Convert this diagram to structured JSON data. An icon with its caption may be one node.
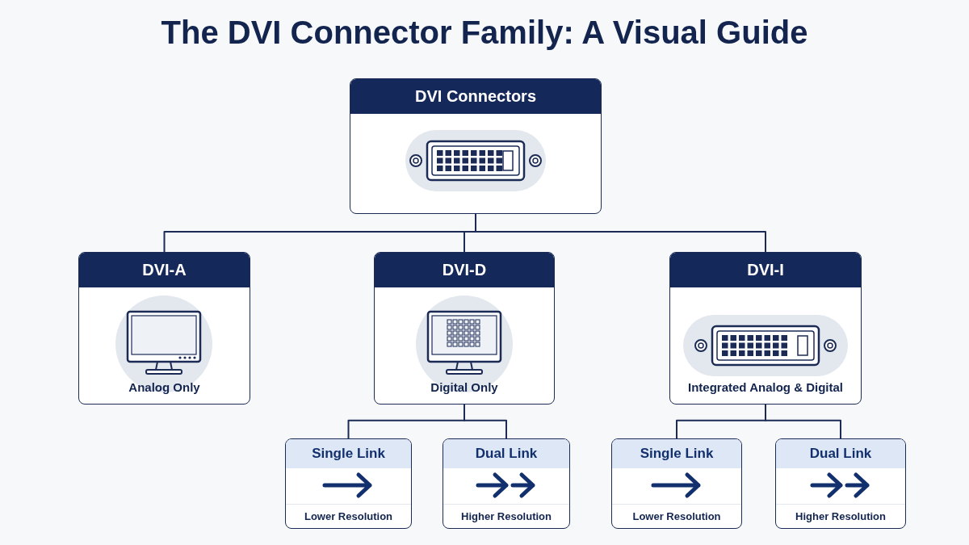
{
  "diagram": {
    "title": "The DVI Connector Family: A Visual Guide",
    "nodes": [
      {
        "text": [
          "DVI Connectors"
        ]
      },
      {
        "text": [
          "DVI-A",
          "Analog Only"
        ]
      },
      {
        "text": [
          "DVI-D",
          "Digital Only"
        ]
      },
      {
        "text": [
          "DVI-I",
          "Integrated Analog & Digital"
        ]
      },
      {
        "text": [
          "Single Link",
          "Lower Resolution"
        ]
      },
      {
        "text": [
          "Dual Link",
          "Higher Resolution"
        ]
      },
      {
        "text": [
          "Single Link",
          "Lower Resolution"
        ]
      },
      {
        "text": [
          "Dual Link",
          "Higher Resolution"
        ]
      }
    ],
    "edges": [
      {
        "from": 0,
        "to": 1,
        "arrow": "none"
      },
      {
        "from": 0,
        "to": 2,
        "arrow": "none"
      },
      {
        "from": 0,
        "to": 3,
        "arrow": "none"
      },
      {
        "from": 2,
        "to": 4,
        "arrow": "none"
      },
      {
        "from": 2,
        "to": 5,
        "arrow": "none"
      },
      {
        "from": 3,
        "to": 6,
        "arrow": "none"
      },
      {
        "from": 3,
        "to": 7,
        "arrow": "none"
      }
    ]
  }
}
